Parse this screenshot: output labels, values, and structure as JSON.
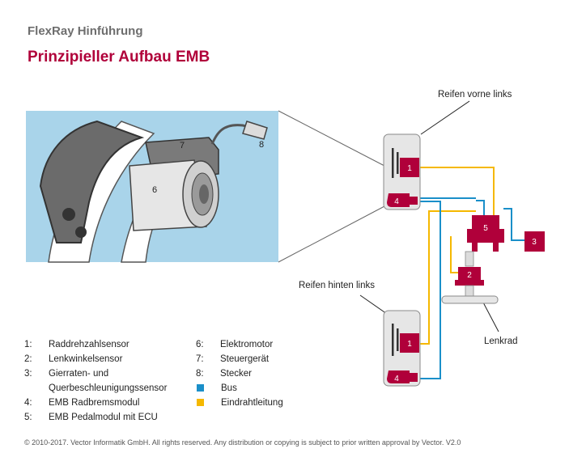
{
  "header": {
    "subtitle": "FlexRay Hinführung",
    "title": "Prinzipieller Aufbau EMB"
  },
  "labels": {
    "front_wheel": "Reifen vorne links",
    "rear_wheel": "Reifen hinten links",
    "steering_wheel": "Lenkrad"
  },
  "nodes": {
    "front_sensor": "1",
    "front_module": "4",
    "pedal_ecu": "5",
    "yaw_sensor": "3",
    "steering_sensor": "2",
    "rear_sensor": "1",
    "rear_module": "4"
  },
  "photo_labels": {
    "motor": "6",
    "ecu": "7",
    "connector": "8"
  },
  "legend": {
    "left": [
      {
        "num": "1:",
        "text": "Raddrehzahlsensor"
      },
      {
        "num": "2:",
        "text": "Lenkwinkelsensor"
      },
      {
        "num": "3:",
        "text": "Gierraten- und"
      },
      {
        "num": "",
        "text": "Querbeschleunigungssensor"
      },
      {
        "num": "4:",
        "text": "EMB Radbremsmodul"
      },
      {
        "num": "5:",
        "text": "EMB Pedalmodul mit ECU"
      }
    ],
    "right": [
      {
        "num": "6:",
        "text": "Elektromotor"
      },
      {
        "num": "7:",
        "text": "Steuergerät"
      },
      {
        "num": "8:",
        "text": "Stecker"
      }
    ],
    "colors": [
      {
        "name": "Bus",
        "color": "#1a8fc9"
      },
      {
        "name": "Eindrahtleitung",
        "color": "#f5b800"
      }
    ]
  },
  "footer": "© 2010-2017. Vector Informatik GmbH. All rights reserved. Any distribution or copying is subject to prior written approval by Vector. V2.0",
  "colors": {
    "accent": "#b0003a",
    "bus": "#1a8fc9",
    "single_wire": "#f5b800",
    "photo_bg": "#a9d4ea"
  }
}
